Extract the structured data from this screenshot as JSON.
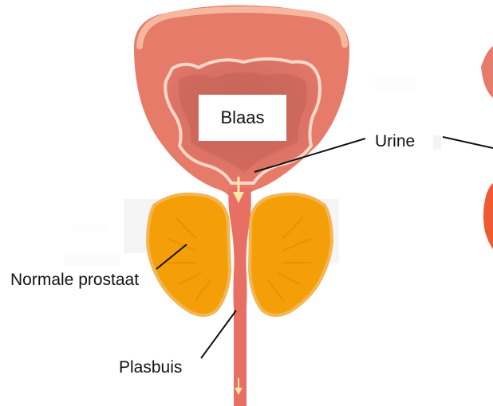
{
  "labels": {
    "bladder": "Blaas",
    "urine": "Urine",
    "prostate": "Normale prostaat",
    "urethra": "Plasbuis"
  },
  "colors": {
    "bladder_outer": "#e8796a",
    "bladder_inner": "#c96a60",
    "bladder_lining": "#fbd8c7",
    "prostate": "#f7a10a",
    "prostate_inner": "#e98b05",
    "urethra": "#e86f63",
    "urine_arrow": "#ffe7a6",
    "partial_organ": "#f05a31",
    "pointer_line": "#111111"
  }
}
